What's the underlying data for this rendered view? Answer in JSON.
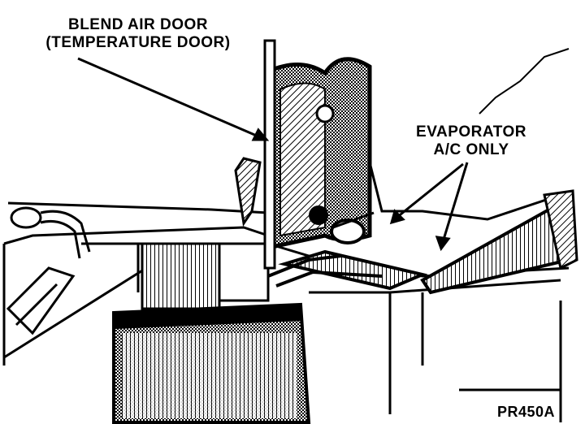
{
  "labels": {
    "blend_line1": "BLEND AIR DOOR",
    "blend_line2": "(TEMPERATURE DOOR)",
    "evap_line1": "EVAPORATOR",
    "evap_line2": "A/C ONLY",
    "figure_id": "PR450A"
  },
  "colors": {
    "ink": "#000000",
    "paper": "#ffffff"
  }
}
